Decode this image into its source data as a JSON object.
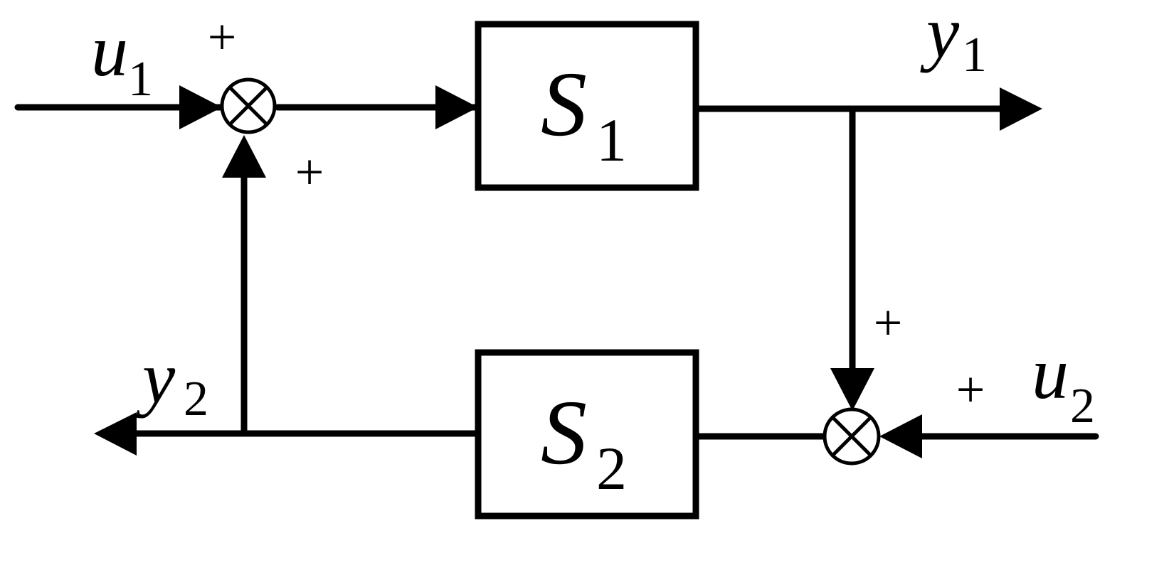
{
  "blocks": {
    "s1": {
      "symbol": "S",
      "subscript": "1"
    },
    "s2": {
      "symbol": "S",
      "subscript": "2"
    }
  },
  "signals": {
    "u1": {
      "symbol": "u",
      "subscript": "1"
    },
    "u2": {
      "symbol": "u",
      "subscript": "2"
    },
    "y1": {
      "symbol": "y",
      "subscript": "1"
    },
    "y2": {
      "symbol": "y",
      "subscript": "2"
    }
  },
  "summing_junctions": {
    "top": {
      "sign_input": "+",
      "sign_feedback": "+"
    },
    "bottom": {
      "sign_feedback": "+",
      "sign_input": "+"
    }
  }
}
